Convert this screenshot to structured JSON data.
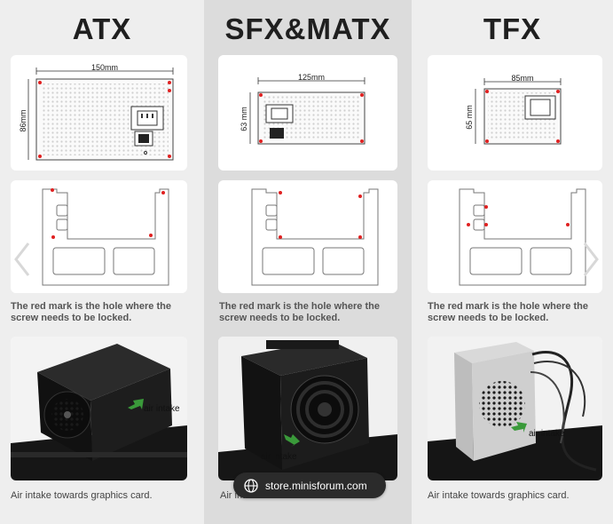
{
  "columns": [
    {
      "heading": "ATX",
      "width_label": "150mm",
      "height_label": "86mm",
      "note": "The red mark is the hole where the screw needs to be locked.",
      "air_label": "air intake",
      "caption": "Air intake towards graphics card."
    },
    {
      "heading": "SFX&MATX",
      "width_label": "125mm",
      "height_label": "63 mm",
      "note": "The red mark is the hole where the screw needs to be locked.",
      "air_label": "air intake",
      "caption": "Air intake towards the outside."
    },
    {
      "heading": "TFX",
      "width_label": "85mm",
      "height_label": "65 mm",
      "note": "The red mark is the hole where the screw needs to be locked.",
      "air_label": "air intake",
      "caption": "Air intake towards graphics card."
    }
  ],
  "store": {
    "label": "store.minisforum.com",
    "icon": "globe-icon"
  },
  "colors": {
    "screw_mark": "#e02020",
    "arrow": "#3a9a3a"
  }
}
